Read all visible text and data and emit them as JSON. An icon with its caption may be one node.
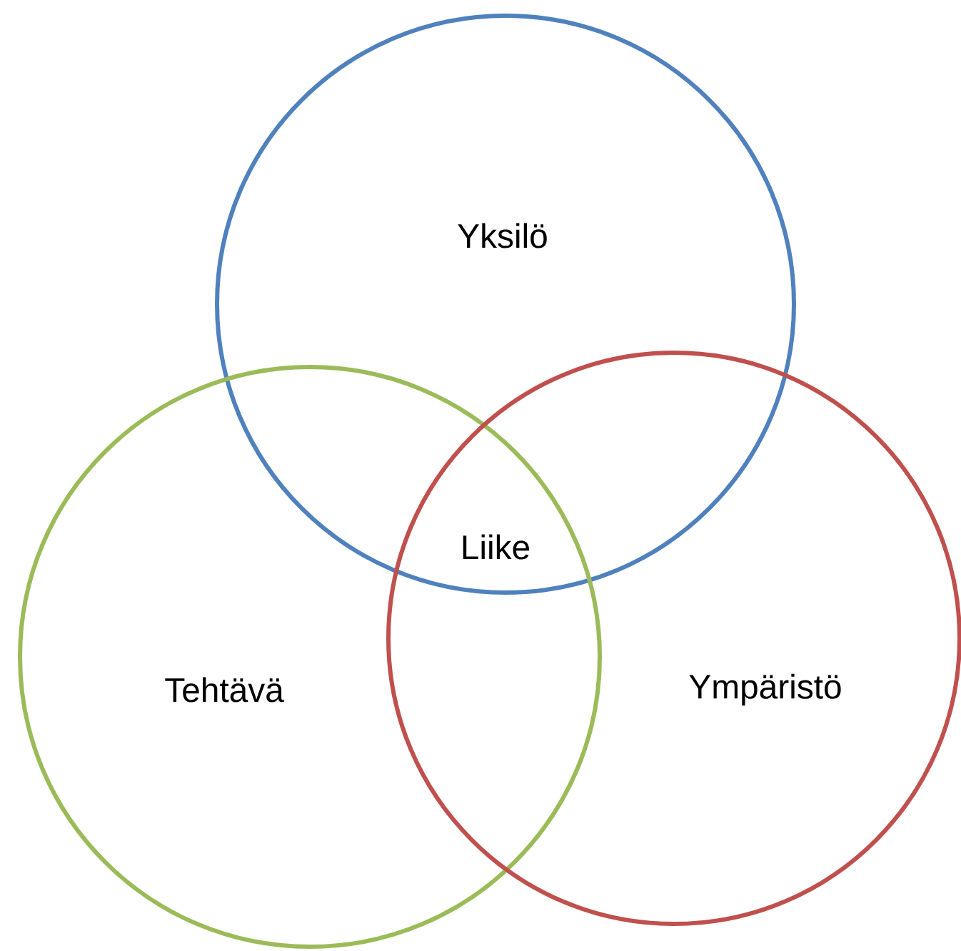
{
  "diagram": {
    "nodes": [
      {
        "text": [
          "Yksilö"
        ]
      },
      {
        "text": [
          "Tehtävä"
        ]
      },
      {
        "text": [
          "Ympäristö"
        ]
      }
    ],
    "labels": [
      "Liike"
    ]
  }
}
